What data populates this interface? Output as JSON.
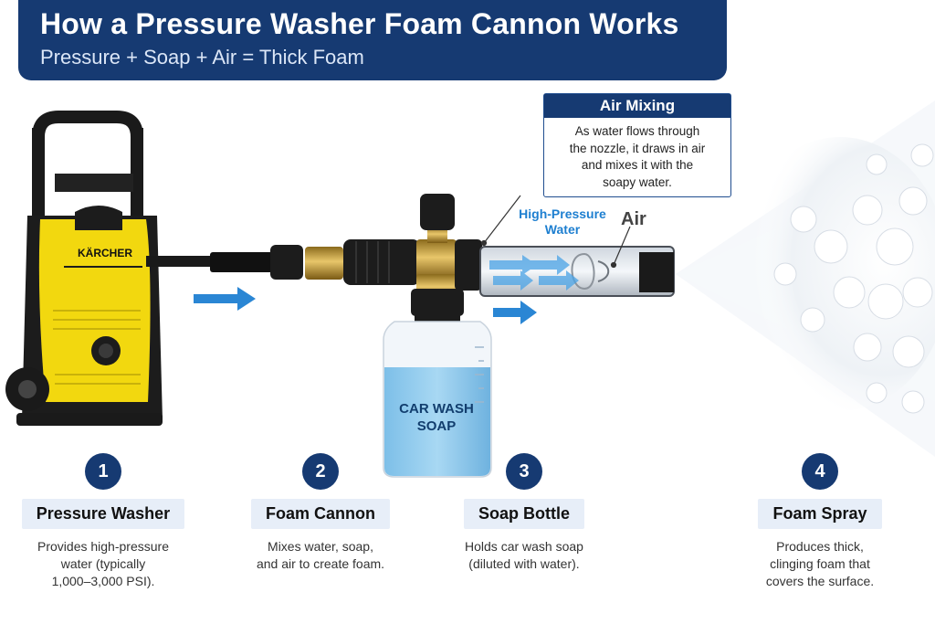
{
  "header": {
    "title": "How a Pressure Washer Foam Cannon Works",
    "subtitle": "Pressure + Soap + Air = Thick Foam"
  },
  "callout": {
    "title": "Air Mixing",
    "lines": [
      "As water flows through",
      "the nozzle, it draws in air",
      "and mixes it with the",
      "soapy water."
    ]
  },
  "labels": {
    "high_pressure": [
      "High-Pressure",
      "Water"
    ],
    "air": "Air",
    "bottle": [
      "CAR WASH",
      "SOAP"
    ],
    "brand": "KÄRCHER"
  },
  "steps": [
    {
      "number": "1",
      "title": "Pressure Washer",
      "desc": [
        "Provides high-pressure",
        "water (typically",
        "1,000–3,000 PSI)."
      ]
    },
    {
      "number": "2",
      "title": "Foam Cannon",
      "desc": [
        "Mixes water, soap,",
        "and air to create foam."
      ]
    },
    {
      "number": "3",
      "title": "Soap Bottle",
      "desc": [
        "Holds car wash soap",
        "(diluted with water)."
      ]
    },
    {
      "number": "4",
      "title": "Foam Spray",
      "desc": [
        "Produces thick,",
        "clinging foam that",
        "covers the surface."
      ]
    }
  ],
  "colors": {
    "navy": "#163a72",
    "accent_blue": "#1e7fd0",
    "washer_yellow": "#f2d80f",
    "soap_blue": "#8ec9ec"
  }
}
